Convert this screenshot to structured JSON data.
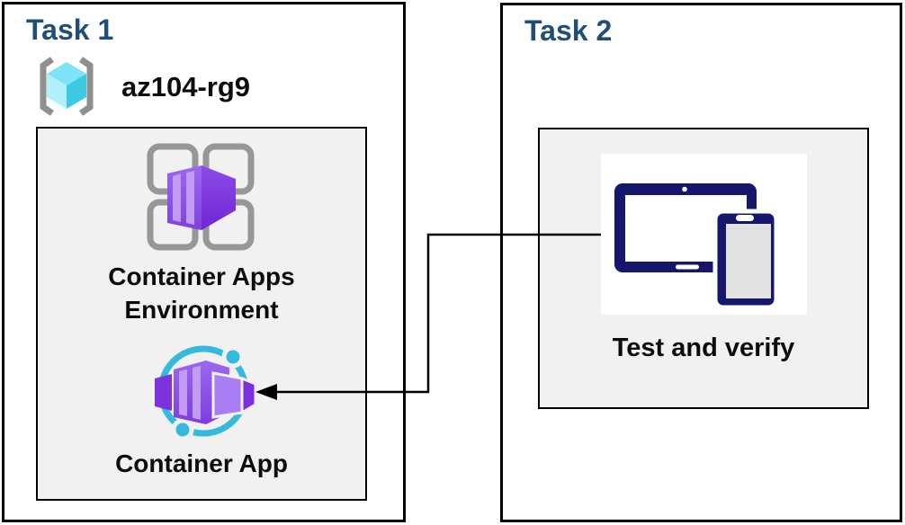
{
  "task1": {
    "title": "Task 1",
    "resource_group": "az104-rg9",
    "environment_label": "Container Apps Environment",
    "app_label": "Container App"
  },
  "task2": {
    "title": "Task 2",
    "verify_label": "Test and verify"
  },
  "connector": {
    "type": "elbow-arrow",
    "from": "Test and verify",
    "to": "Container App"
  },
  "colors": {
    "task_title": "#1f4e79",
    "box_border": "#000000",
    "inner_box_fill": "#f1f1f1",
    "caption_text": "#0c0c0c",
    "bracket_gray": "#8f8f8f",
    "cube_cyan_top": "#7de4f7",
    "cube_cyan_left": "#b0effb",
    "cube_cyan_right": "#3dc9e1",
    "grid_gray": "#979797",
    "purple_front": "#9c68ee",
    "purple_dark": "#7226d4",
    "purple_stripe": "#c19bf5",
    "ring_cyan": "#35b9dc",
    "device_navy": "#17166d",
    "device_screen_gray": "#e2e2e2"
  }
}
